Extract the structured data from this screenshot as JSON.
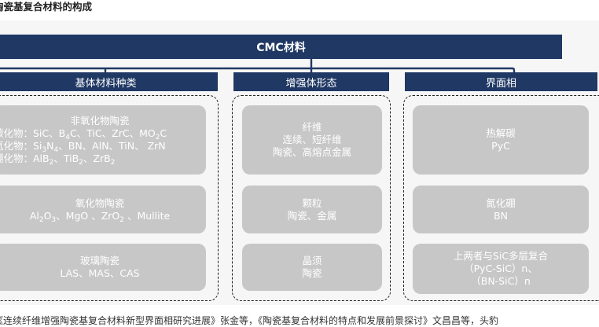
{
  "page_title": "陶瓷基复合材料的构成",
  "root": {
    "label": "CMC材料"
  },
  "columns": [
    {
      "header": "基体材料种类",
      "cards": [
        {
          "title": "非氧化物陶瓷",
          "lines": [
            [
              "碳化物：SiC、B",
              "4",
              "C、TiC、ZrC、MO",
              "2",
              "C"
            ],
            [
              "氮化物：Si",
              "3",
              "N",
              "4",
              "、BN、AlN、TiN、 ZrN"
            ],
            [
              "硼化物：AlB",
              "2",
              "、TiB",
              "2",
              "、ZrB",
              "2",
              ""
            ]
          ]
        },
        {
          "title": "氧化物陶瓷",
          "lines": [
            [
              "Al",
              "2",
              "O",
              "3",
              "、MgO 、ZrO",
              "2",
              " 、Mullite"
            ]
          ]
        },
        {
          "title": "玻璃陶瓷",
          "lines": [
            [
              "LAS、MAS、CAS"
            ]
          ]
        }
      ]
    },
    {
      "header": "增强体形态",
      "cards": [
        {
          "title": "纤维",
          "lines": [
            [
              "连续、短纤维"
            ],
            [
              "陶瓷、高熔点金属"
            ]
          ]
        },
        {
          "title": "颗粒",
          "lines": [
            [
              "陶瓷、金属"
            ]
          ]
        },
        {
          "title": "晶须",
          "lines": [
            [
              "陶瓷"
            ]
          ]
        }
      ]
    },
    {
      "header": "界面相",
      "cards": [
        {
          "title": "热解碳",
          "lines": [
            [
              "PyC"
            ]
          ]
        },
        {
          "title": "氮化硼",
          "lines": [
            [
              "BN"
            ]
          ]
        },
        {
          "title": "上两者与SiC多层复合",
          "lines": [
            [
              "（PyC-SiC）n、"
            ],
            [
              "（BN-SiC）n"
            ]
          ]
        }
      ]
    }
  ],
  "footer": "《连续纤维增强陶瓷基复合材料新型界面相研究进展》张金等，《陶瓷基复合材料的特点和发展前景探讨》文昌昌等，头豹"
}
